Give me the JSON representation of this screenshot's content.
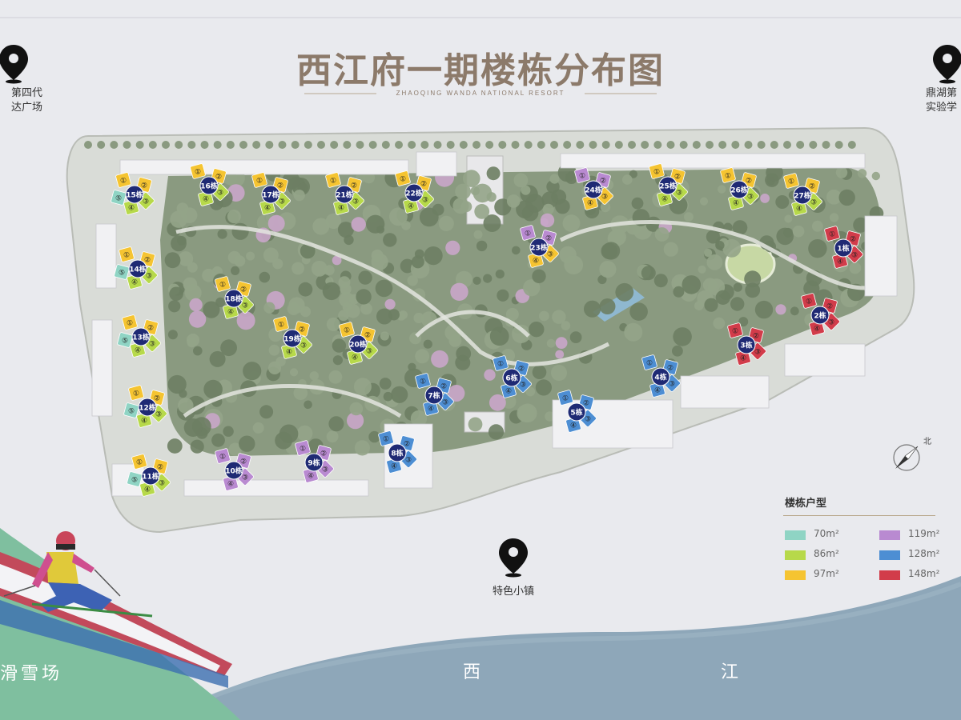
{
  "title": "西江府一期楼栋分布图",
  "subtitle": "ZHAOQING WANDA NATIONAL RESORT",
  "poi": {
    "left": {
      "line1": "第四代",
      "line2": "达广场"
    },
    "right": {
      "line1": "鼎湖第",
      "line2": "实验学"
    },
    "bottom": {
      "label": "特色小镇"
    }
  },
  "north_label": "北",
  "river": {
    "char1": "西",
    "char2": "江"
  },
  "ski_label": "滑雪场",
  "legend": {
    "title": "楼栋户型",
    "items": [
      {
        "label": "70m²",
        "color": "#8fd4c4"
      },
      {
        "label": "119m²",
        "color": "#b98ad1"
      },
      {
        "label": "86m²",
        "color": "#b7d94a"
      },
      {
        "label": "128m²",
        "color": "#4d8ed3"
      },
      {
        "label": "97m²",
        "color": "#f5c431"
      },
      {
        "label": "148m²",
        "color": "#d23c4a"
      }
    ]
  },
  "buildings": [
    {
      "label": "1栋",
      "type": "148"
    },
    {
      "label": "2栋",
      "type": "148"
    },
    {
      "label": "3栋",
      "type": "148"
    },
    {
      "label": "4栋",
      "type": "128"
    },
    {
      "label": "5栋",
      "type": "128"
    },
    {
      "label": "6栋",
      "type": "128"
    },
    {
      "label": "7栋",
      "type": "128"
    },
    {
      "label": "8栋",
      "type": "128"
    },
    {
      "label": "9栋",
      "type": "119"
    },
    {
      "label": "10栋",
      "type": "119"
    },
    {
      "label": "11栋",
      "type": "70-86-97"
    },
    {
      "label": "12栋",
      "type": "70-86-97"
    },
    {
      "label": "13栋",
      "type": "70-86-97"
    },
    {
      "label": "14栋",
      "type": "70-86-97"
    },
    {
      "label": "15栋",
      "type": "70-86-97"
    },
    {
      "label": "16栋",
      "type": "86-97"
    },
    {
      "label": "17栋",
      "type": "86-97"
    },
    {
      "label": "18栋",
      "type": "86-97"
    },
    {
      "label": "19栋",
      "type": "86-97"
    },
    {
      "label": "20栋",
      "type": "86-97"
    },
    {
      "label": "21栋",
      "type": "86-97"
    },
    {
      "label": "22栋",
      "type": "86-97"
    },
    {
      "label": "23栋",
      "type": "119-97"
    },
    {
      "label": "24栋",
      "type": "119-97"
    },
    {
      "label": "25栋",
      "type": "86-97"
    },
    {
      "label": "26栋",
      "type": "86-97"
    },
    {
      "label": "27栋",
      "type": "86-97"
    }
  ],
  "unit_numbers": [
    "①",
    "②",
    "③",
    "④",
    "⑤"
  ]
}
